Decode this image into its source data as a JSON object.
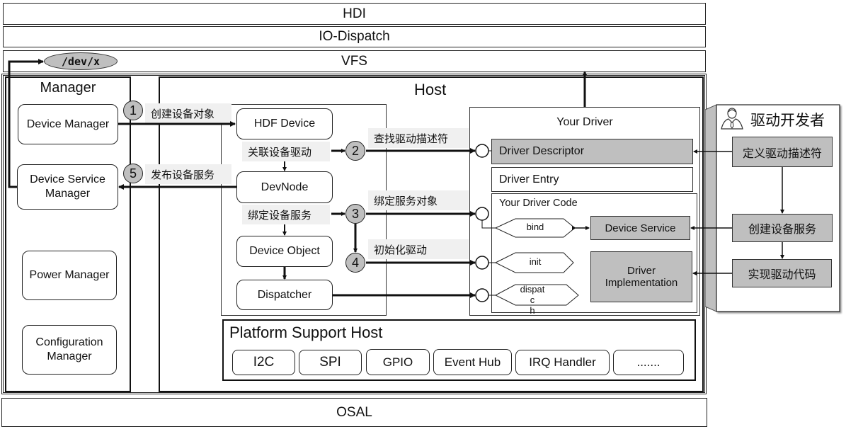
{
  "layers": {
    "hdi": "HDI",
    "io_dispatch": "IO-Dispatch",
    "vfs": "VFS",
    "osal": "OSAL",
    "dev_node": "/dev/x"
  },
  "manager": {
    "title": "Manager",
    "items": [
      "Device Manager",
      "Device Service Manager",
      "Power Manager",
      "Configuration Manager"
    ]
  },
  "host": {
    "title": "Host",
    "chain": [
      "HDF Device",
      "DevNode",
      "Device Object",
      "Dispatcher"
    ],
    "chain_labels": [
      "关联设备驱动",
      "绑定设备服务"
    ]
  },
  "steps": [
    {
      "num": "1",
      "label": "创建设备对象"
    },
    {
      "num": "2",
      "label": "查找驱动描述符"
    },
    {
      "num": "3",
      "label": "绑定服务对象"
    },
    {
      "num": "4",
      "label": "初始化驱动"
    },
    {
      "num": "5",
      "label": "发布设备服务"
    }
  ],
  "your_driver": {
    "title": "Your Driver",
    "descriptor": "Driver Descriptor",
    "entry": "Driver Entry",
    "code_title": "Your Driver Code",
    "interfaces": [
      "bind",
      "init",
      "dispatc\nh"
    ],
    "device_service": "Device Service",
    "implementation": "Driver Implementation"
  },
  "developer": {
    "title": "驱动开发者",
    "tasks": [
      "定义驱动描述符",
      "创建设备服务",
      "实现驱动代码"
    ]
  },
  "platform_support_host": {
    "title": "Platform Support Host",
    "items": [
      "I2C",
      "SPI",
      "GPIO",
      "Event Hub",
      "IRQ Handler",
      "......."
    ]
  },
  "colors": {
    "grey_fill": "#bfbfbf",
    "label_bg": "#f0f0f0"
  }
}
